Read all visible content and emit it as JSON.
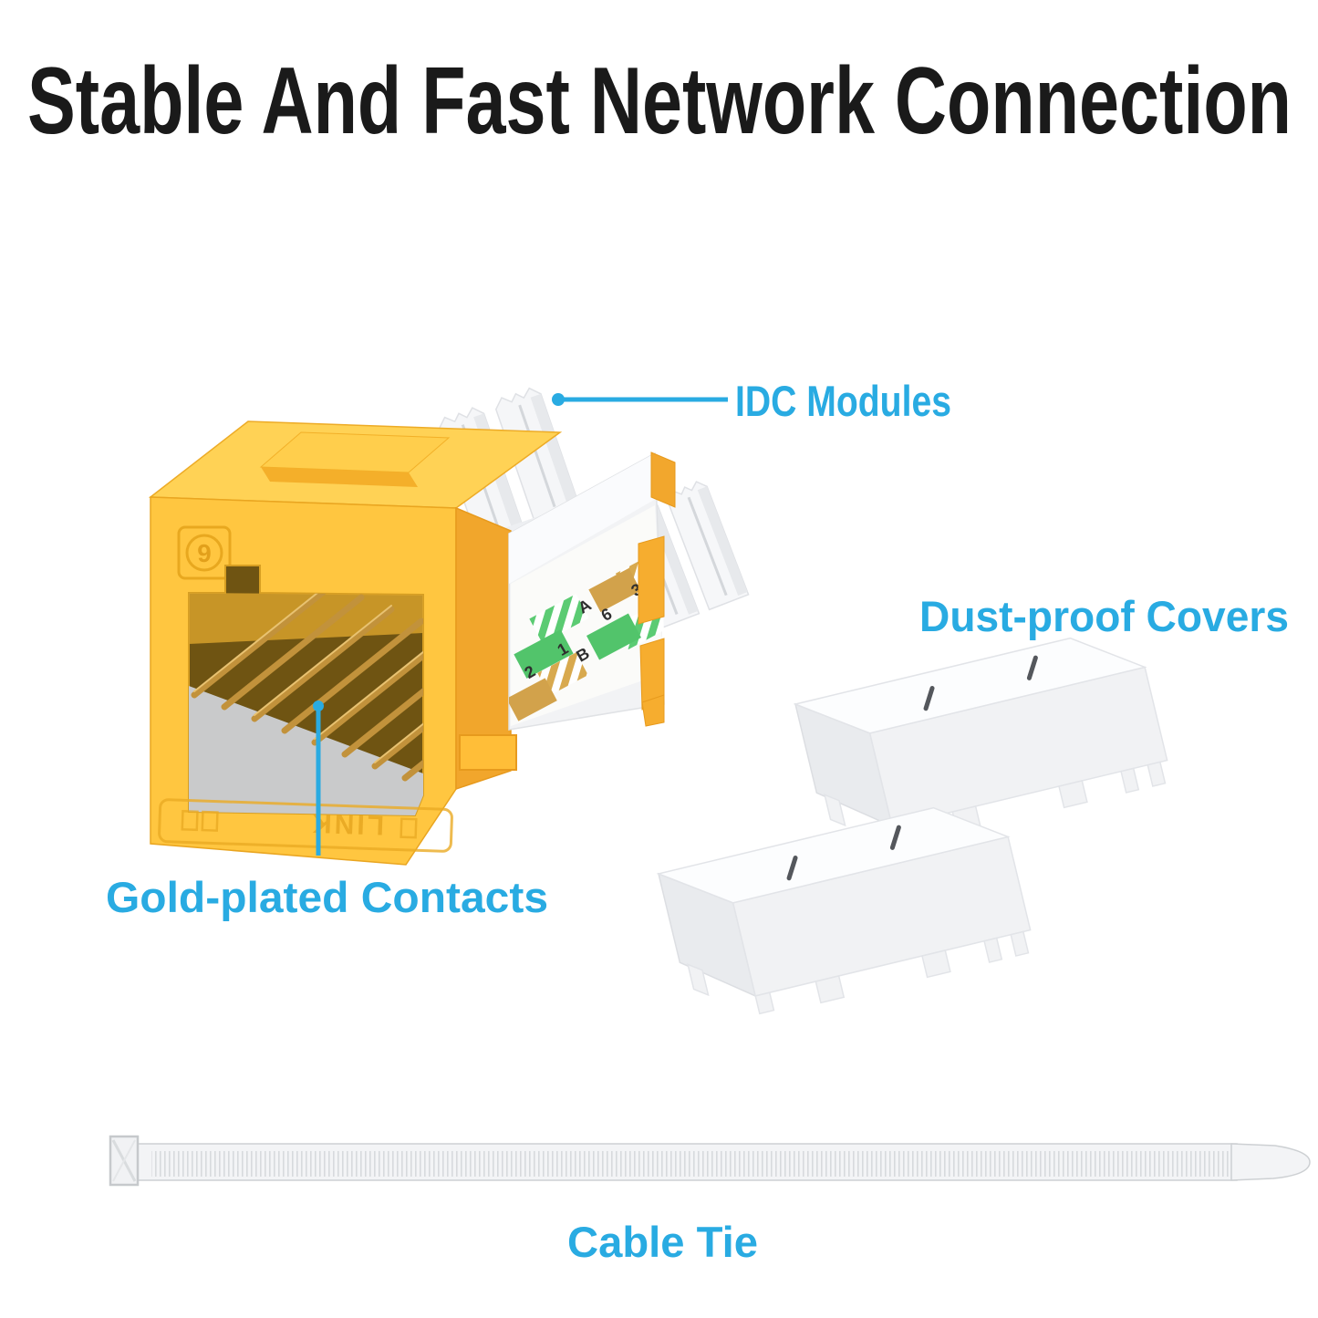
{
  "title": "Stable And Fast Network Connection",
  "callouts": {
    "idc_modules": {
      "label": "IDC Modules"
    },
    "dust_proof_covers": {
      "label": "Dust-proof Covers"
    },
    "gold_plated_contacts": {
      "label": "Gold-plated Contacts"
    },
    "cable_tie": {
      "label": "Cable Tie"
    }
  },
  "keystone_jack": {
    "category_marking": "6",
    "brand_emboss": "LINK",
    "wiring_label": {
      "standard_a": "A",
      "standard_b": "B",
      "pin_numbers": [
        "1",
        "2",
        "3",
        "6"
      ]
    }
  },
  "colors": {
    "accent_blue": "#29ABE2",
    "title_black": "#1A1A1A",
    "jack_yellow": "#FFC640",
    "jack_yellow_top": "#FFD255",
    "jack_yellow_side": "#F1A62C",
    "jack_outline": "#E9A520",
    "label_green": "#52C46B",
    "label_orange": "#D2A24B",
    "plastic_white": "#F4F5F7",
    "gold_contact": "#C2923B"
  }
}
